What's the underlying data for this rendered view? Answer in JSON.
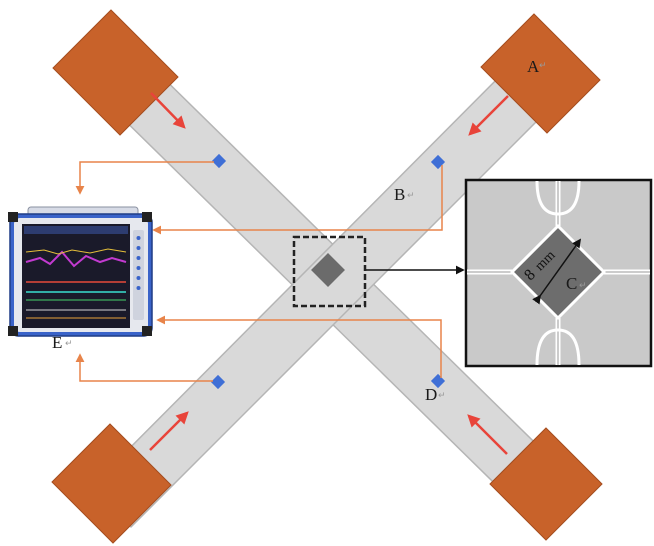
{
  "labels": {
    "a": "A",
    "b": "B",
    "c": "C",
    "d": "D",
    "e": "E",
    "return_mark": "↵"
  },
  "detail": {
    "dimension_value": "8",
    "dimension_unit": "mm"
  },
  "colors": {
    "anchor_block": "#c8622a",
    "beam": "#d9d9d9",
    "beam_edge": "#b5b5b5",
    "signal_wire": "#e8844a",
    "load_arrow": "#e8443a",
    "sensor": "#3f6fd6",
    "junction": "#6b6b6b",
    "detail_bg": "#c9c9c9"
  },
  "icons": {
    "analyzer": "data-acquisition-instrument-icon",
    "sensor": "strain-gauge-icon"
  }
}
